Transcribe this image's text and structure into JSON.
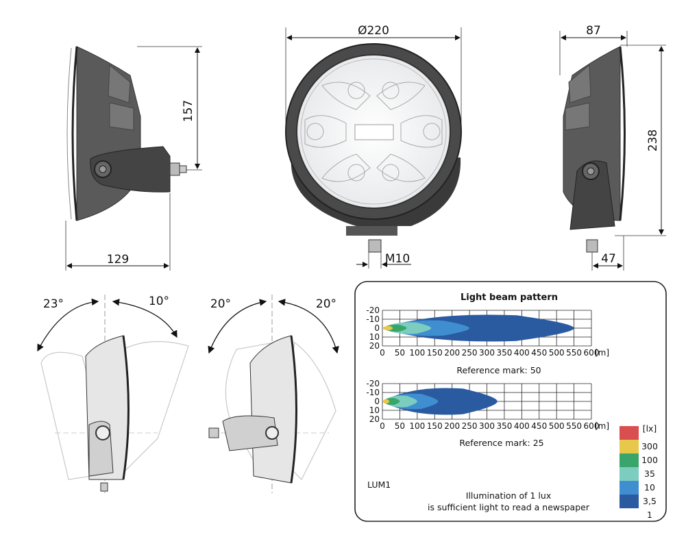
{
  "dimensions": {
    "diameter": "Ø220",
    "width_87": "87",
    "height_157": "157",
    "height_238": "238",
    "depth_129": "129",
    "thread_m10": "M10",
    "depth_47": "47"
  },
  "tilt_angles": {
    "left_up": "23°",
    "left_down": "10°",
    "right_left": "20°",
    "right_right": "20°"
  },
  "beam_panel": {
    "title": "Light beam pattern",
    "y_ticks": [
      "-20",
      "-10",
      "0",
      "10",
      "20"
    ],
    "x_ticks": [
      "0",
      "50",
      "100",
      "150",
      "200",
      "250",
      "300",
      "350",
      "400",
      "450",
      "500",
      "550",
      "600"
    ],
    "x_unit": "[m]",
    "ref_mark_1": "Reference mark: 50",
    "ref_mark_2": "Reference mark: 25",
    "model": "LUM1",
    "note_line1": "Illumination of 1 lux",
    "note_line2": "is sufficient light to read a newspaper"
  },
  "legend": {
    "unit": "[lx]",
    "levels": [
      {
        "label": "300",
        "color": "#d94f4f"
      },
      {
        "label": "100",
        "color": "#e8c84a"
      },
      {
        "label": "35",
        "color": "#3aa56a"
      },
      {
        "label": "10",
        "color": "#7ccdbf"
      },
      {
        "label": "3,5",
        "color": "#3f8fd0"
      },
      {
        "label": "1",
        "color": "#2a5aa0"
      }
    ]
  },
  "beam_1": {
    "reach_m": 550,
    "reach_3_5": 250,
    "reach_10": 140,
    "reach_35": 70,
    "reach_100": 30
  },
  "beam_2": {
    "reach_m": 330,
    "reach_3_5": 160,
    "reach_10": 100,
    "reach_35": 50,
    "reach_100": 20
  }
}
